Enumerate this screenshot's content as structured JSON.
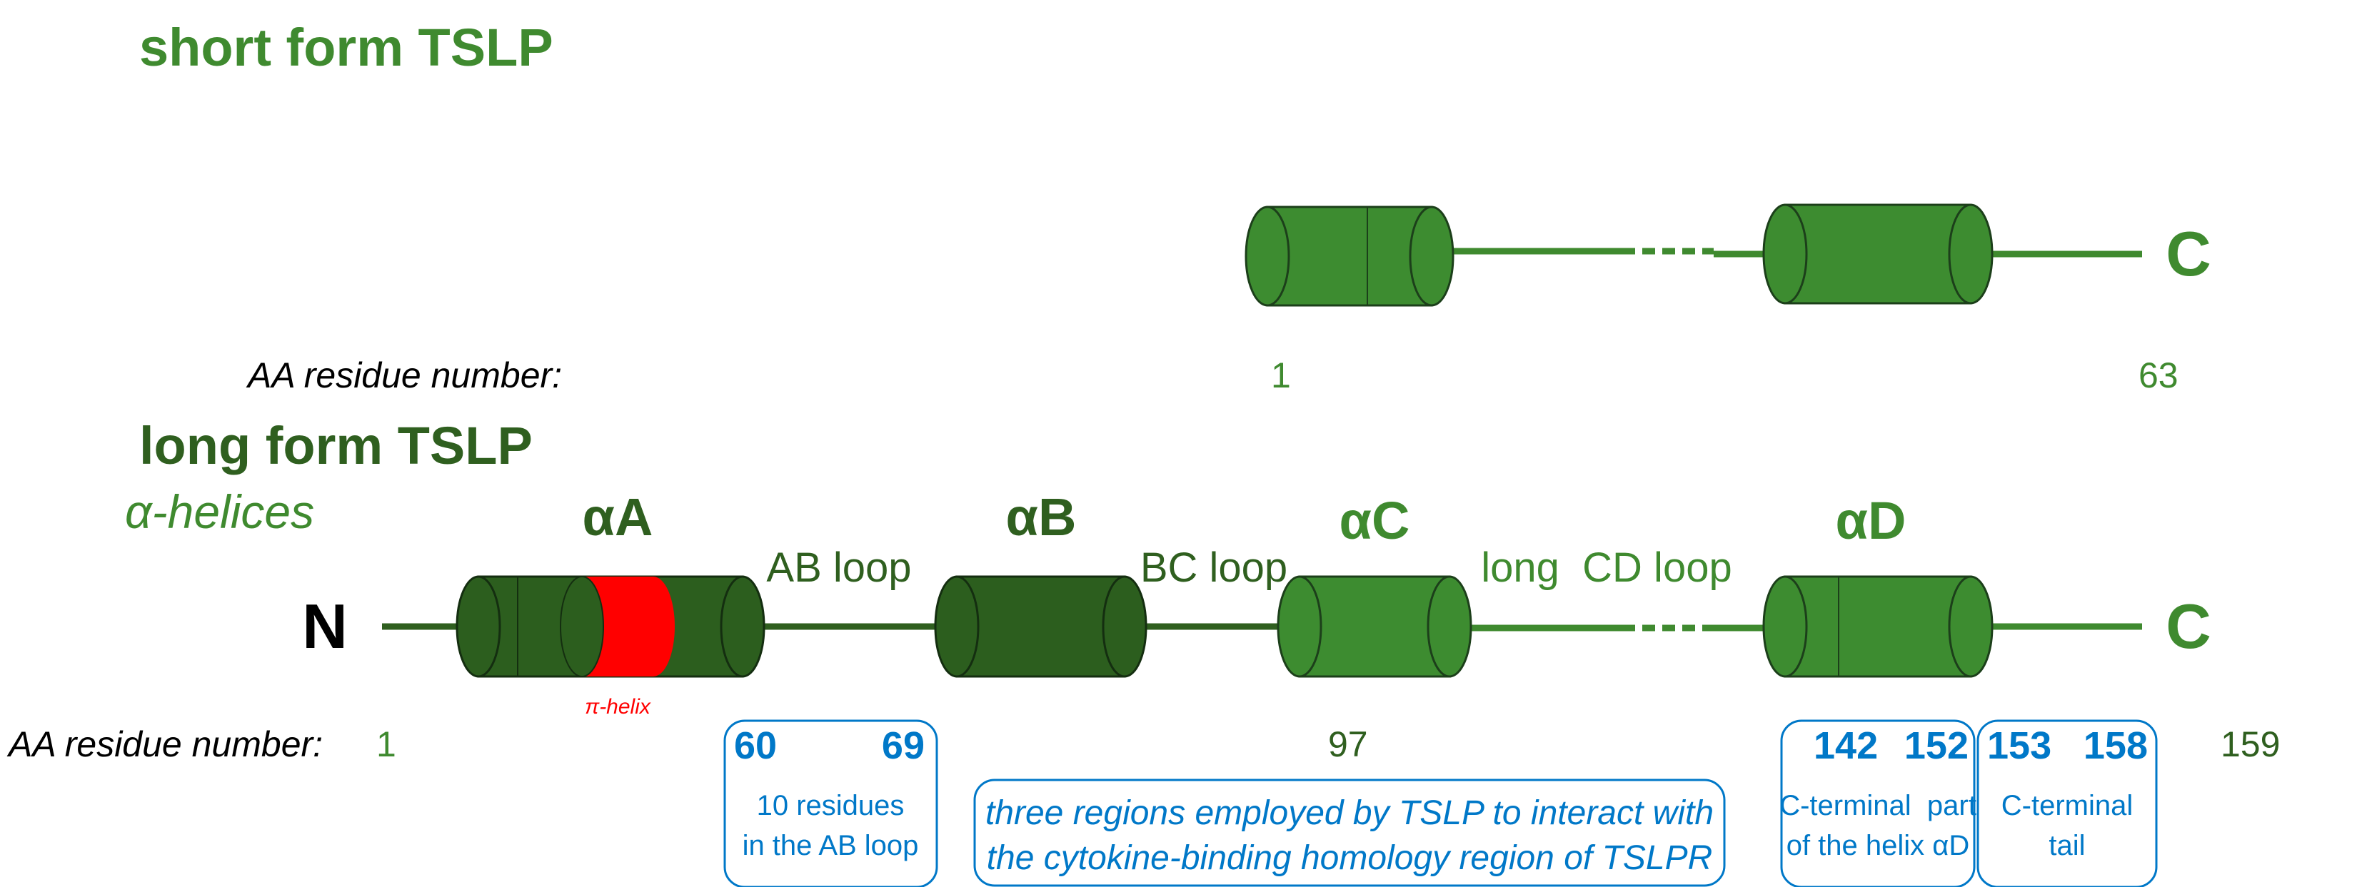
{
  "short_form": {
    "title": "short form TSLP",
    "c_label": "C",
    "aa_label": "AA residue number",
    "aa_colon": ":",
    "num_start": "1",
    "num_end": "63"
  },
  "long_form": {
    "title": "long form TSLP",
    "helices_label": "α-helices",
    "n_label": "N",
    "c_label": "C",
    "helices": [
      "αA",
      "αB",
      "αC",
      "αD"
    ],
    "loops": [
      "AB loop",
      "BC loop",
      "long  CD loop"
    ],
    "pi_helix": "π-helix",
    "aa_label": "AA residue number",
    "aa_colon": ":",
    "num_1": "1",
    "num_97": "97",
    "num_159": "159"
  },
  "regions": {
    "r1": {
      "start": "60",
      "end": "69",
      "line1": "10 residues",
      "line2": "in the AB loop"
    },
    "r2": {
      "start": "142",
      "end": "152",
      "line1": "C-terminal  part",
      "line2": "of the helix αD"
    },
    "r3": {
      "start": "153",
      "end": "158",
      "line1": "C-terminal",
      "line2": "tail"
    },
    "note_line1": "three regions employed by TSLP to interact with",
    "note_line2": "the cytokine-binding homology region of TSLPR"
  },
  "colors": {
    "dark_green": "#2f5f1f",
    "mid_green": "#3f8a2f",
    "cyl_dark": "#2c5e1e",
    "cyl_light": "#3d8c30",
    "pi_red": "#ff0000",
    "blue": "#0078c8"
  }
}
